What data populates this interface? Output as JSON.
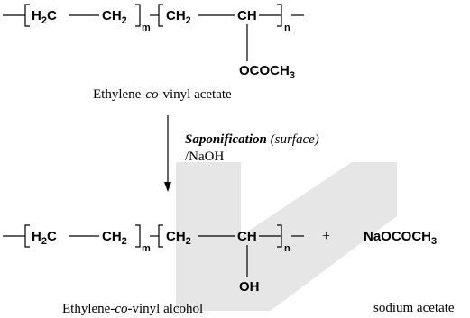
{
  "reactant": {
    "group_a_left": "H",
    "group_a_left_sub": "2",
    "group_a_left_tail": "C",
    "group_a_right": "CH",
    "group_a_right_sub": "2",
    "repeat_m": "m",
    "group_b_left": "CH",
    "group_b_left_sub": "2",
    "group_b_right": "CH",
    "repeat_n": "n",
    "substituent": "OCOCH",
    "substituent_sub": "3",
    "caption_pre": "Ethylene-",
    "caption_co": "co",
    "caption_post": "-vinyl acetate"
  },
  "reaction": {
    "name": "Saponification",
    "condition": "(surface)",
    "reagent": "/NaOH"
  },
  "product": {
    "group_a_left": "H",
    "group_a_left_sub": "2",
    "group_a_left_tail": "C",
    "group_a_right": "CH",
    "group_a_right_sub": "2",
    "repeat_m": "m",
    "group_b_left": "CH",
    "group_b_left_sub": "2",
    "group_b_right": "CH",
    "repeat_n": "n",
    "substituent": "OH",
    "caption_pre": "Ethylene-",
    "caption_co": "co",
    "caption_post": "-vinyl alcohol"
  },
  "byproduct": {
    "plus": "+",
    "formula": "NaOCOCH",
    "formula_sub": "3",
    "caption": "sodium acetate"
  },
  "watermark": {
    "color": "#e6e6e6"
  }
}
